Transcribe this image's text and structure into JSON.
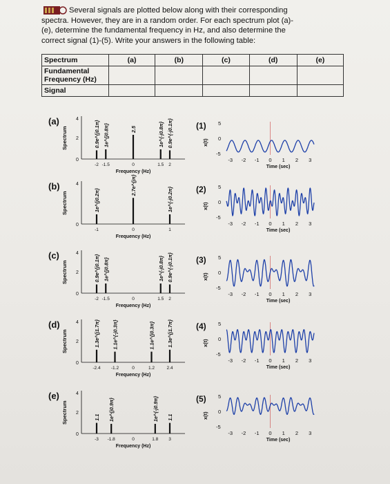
{
  "instructions": {
    "line1": "Several signals are plotted below along with their corresponding",
    "line2": "spectra. However, they are in a random order. For each spectrum plot (a)-",
    "line3": "(e), determine the fundamental frequency in Hz, and also determine the",
    "line4": "correct signal (1)-(5). Write your answers in the following table:"
  },
  "answer_table": {
    "rows": {
      "spectrum": "Spectrum",
      "fundamental": "Fundamental Frequency (Hz)",
      "signal": "Signal"
    },
    "columns": [
      "(a)",
      "(b)",
      "(c)",
      "(d)",
      "(e)"
    ]
  },
  "colors": {
    "signal": "#1c3fa8",
    "vline": "#cc4444",
    "ink": "#111111"
  },
  "spectra": [
    {
      "label": "(a)",
      "ylabel": "Spectrum",
      "ymax": "4",
      "y2": "2",
      "y0": "0",
      "xlabel": "Frequency (Hz)",
      "ticks": [
        "-2",
        "-1.5",
        "0",
        "1.5",
        "2"
      ],
      "lines": [
        {
          "x": "-2",
          "h": 0.9,
          "text": "0.9e^{j0.1π}"
        },
        {
          "x": "-1.5",
          "h": 1.0,
          "text": "1e^{j0.8π}"
        },
        {
          "x": "0",
          "h": 2.5,
          "text": "2.5"
        },
        {
          "x": "1.5",
          "h": 1.0,
          "text": "1e^{-j0.8π}"
        },
        {
          "x": "2",
          "h": 0.9,
          "text": "0.9e^{-j0.1π}"
        }
      ]
    },
    {
      "label": "(b)",
      "ylabel": "Spectrum",
      "ymax": "4",
      "y0": "0",
      "xlabel": "Frequency (Hz)",
      "ticks": [
        "-1",
        "0",
        "1"
      ],
      "lines": [
        {
          "x": "-1",
          "h": 1.0,
          "text": "1e^{j0.2π}"
        },
        {
          "x": "0",
          "h": 2.7,
          "text": "2.7e^{jπ}"
        },
        {
          "x": "1",
          "h": 1.0,
          "text": "1e^{-j0.2π}"
        }
      ]
    },
    {
      "label": "(c)",
      "ylabel": "Spectrum",
      "ymax": "4",
      "y2": "2",
      "y0": "0",
      "xlabel": "Frequency (Hz)",
      "ticks": [
        "-2",
        "-1.5",
        "0",
        "1.5",
        "2"
      ],
      "lines": [
        {
          "x": "-2",
          "h": 0.9,
          "text": "0.9e^{j0.1π}"
        },
        {
          "x": "-1.5",
          "h": 1.0,
          "text": "1e^{j0.8π}"
        },
        {
          "x": "1.5",
          "h": 1.0,
          "text": "1e^{-j0.8π}"
        },
        {
          "x": "2",
          "h": 0.9,
          "text": "0.9e^{-j0.1π}"
        }
      ]
    },
    {
      "label": "(d)",
      "ylabel": "Spectrum",
      "ymax": "4",
      "y2": "2",
      "y0": "0",
      "xlabel": "Frequency (Hz)",
      "ticks": [
        "-2.4",
        "-1.2",
        "0",
        "1.2",
        "2.4"
      ],
      "lines": [
        {
          "x": "-2.4",
          "h": 1.3,
          "text": "1.3e^{j1.7π}"
        },
        {
          "x": "-1.2",
          "h": 1.1,
          "text": "1.1e^{-j0.3π}"
        },
        {
          "x": "1.2",
          "h": 1.1,
          "text": "1.1e^{j0.3π}"
        },
        {
          "x": "2.4",
          "h": 1.3,
          "text": "1.3e^{j1.7π}"
        }
      ]
    },
    {
      "label": "(e)",
      "ylabel": "Spectrum",
      "ymax": "4",
      "y2": "2",
      "y0": "0",
      "xlabel": "Frequency (Hz)",
      "ticks": [
        "-3",
        "-1.8",
        "0",
        "1.8",
        "3"
      ],
      "lines": [
        {
          "x": "-3",
          "h": 1.1,
          "text": "1.1"
        },
        {
          "x": "-1.8",
          "h": 1.0,
          "text": "1e^{j0.9π}"
        },
        {
          "x": "1.8",
          "h": 1.0,
          "text": "1e^{-j0.9π}"
        },
        {
          "x": "3",
          "h": 1.1,
          "text": "1.1"
        }
      ]
    }
  ],
  "signals": [
    {
      "label": "(1)",
      "ylabel": "x(t)",
      "yticks": [
        "5",
        "0",
        "-5"
      ],
      "xlabel": "Time (sec)",
      "xticks": [
        "-3",
        "-2",
        "-1",
        "0",
        "1",
        "2",
        "3"
      ]
    },
    {
      "label": "(2)",
      "ylabel": "x(t)",
      "yticks": [
        "5",
        "0",
        "-5"
      ],
      "xlabel": "Time (sec)",
      "xticks": [
        "-3",
        "-2",
        "-1",
        "0",
        "1",
        "2",
        "3"
      ]
    },
    {
      "label": "(3)",
      "ylabel": "x(t)",
      "yticks": [
        "5",
        "0",
        "-5"
      ],
      "xlabel": "Time (sec)",
      "xticks": [
        "-3",
        "-2",
        "-1",
        "0",
        "1",
        "2",
        "3"
      ]
    },
    {
      "label": "(4)",
      "ylabel": "x(t)",
      "yticks": [
        "5",
        "0",
        "-5"
      ],
      "xlabel": "Time (sec)",
      "xticks": [
        "-3",
        "-2",
        "-1",
        "0",
        "1",
        "2",
        "3"
      ]
    },
    {
      "label": "(5)",
      "ylabel": "x(t)",
      "yticks": [
        "5",
        "0",
        "-5"
      ],
      "xlabel": "Time (sec)",
      "xticks": [
        "-3",
        "-2",
        "-1",
        "0",
        "1",
        "2",
        "3"
      ]
    }
  ]
}
